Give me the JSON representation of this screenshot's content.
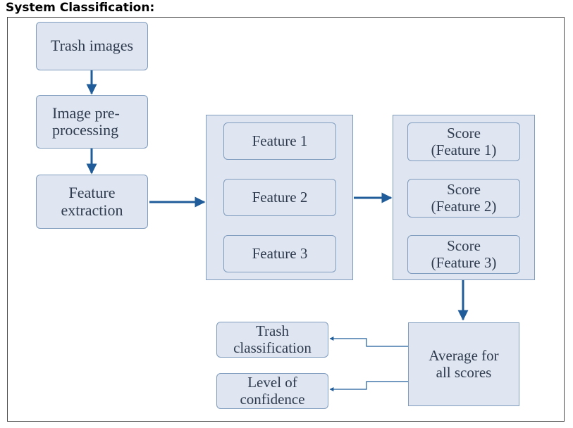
{
  "heading": "System Classification:",
  "colors": {
    "box_fill": "#dfe6f1",
    "box_border": "#7f9bbd",
    "arrow": "#1f5c99",
    "text": "#2e3b4e"
  },
  "nodes": {
    "trash_images": "Trash images",
    "preprocessing": "Image pre-\nprocessing",
    "feature_extraction": "Feature\nextraction",
    "features": [
      "Feature 1",
      "Feature 2",
      "Feature 3"
    ],
    "scores": [
      "Score\n(Feature 1)",
      "Score\n(Feature 2)",
      "Score\n(Feature 3)"
    ],
    "average": "Average for\nall scores",
    "trash_classification": "Trash\nclassification",
    "confidence": "Level of\nconfidence"
  }
}
